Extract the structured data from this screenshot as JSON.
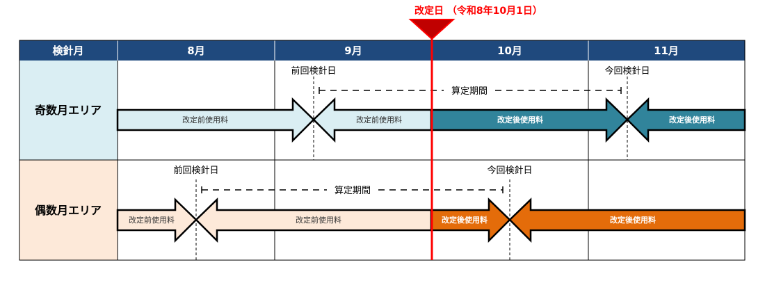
{
  "revision": {
    "label": "改定日 （令和8年10月1日）",
    "color": "#ff0000"
  },
  "header": {
    "first": "検針月",
    "months": [
      "8月",
      "9月",
      "10月",
      "11月"
    ],
    "color": "#1f497d"
  },
  "rows": [
    {
      "label": "奇数月エリア",
      "bg": "#daeef3",
      "prev_reading": "前回検針日",
      "curr_reading": "今回検針日",
      "period": "算定期間",
      "arrows": [
        "改定前使用料",
        "改定前使用料",
        "改定後使用料",
        "改定後使用料"
      ],
      "pre_color": "#daeef3",
      "post_color": "#31849b"
    },
    {
      "label": "偶数月エリア",
      "bg": "#fde9d9",
      "prev_reading": "前回検針日",
      "curr_reading": "今回検針日",
      "period": "算定期間",
      "arrows": [
        "改定前使用料",
        "改定前使用料",
        "改定後使用料",
        "改定後使用料"
      ],
      "pre_color": "#fde9d9",
      "post_color": "#e46c0a"
    }
  ]
}
